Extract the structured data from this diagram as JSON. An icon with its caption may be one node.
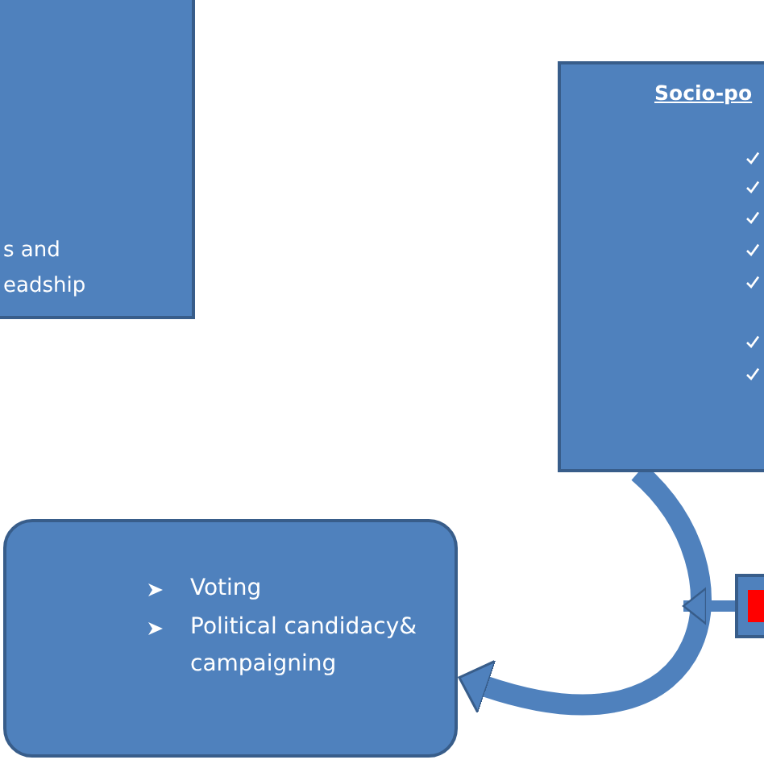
{
  "diagram": {
    "nodes": [
      {
        "text": [
          "s and eadship"
        ]
      },
      {
        "text": [
          "Socio-po"
        ]
      },
      {
        "text": [
          "Voting",
          "Political candidacy& campaigning"
        ]
      },
      {
        "text": [],
        "shape": "box"
      }
    ],
    "edges": [
      {
        "from": 1,
        "to": 2,
        "arrow": "to",
        "style": "thick"
      },
      {
        "from": 3,
        "to": null,
        "arrow": "to"
      }
    ]
  }
}
